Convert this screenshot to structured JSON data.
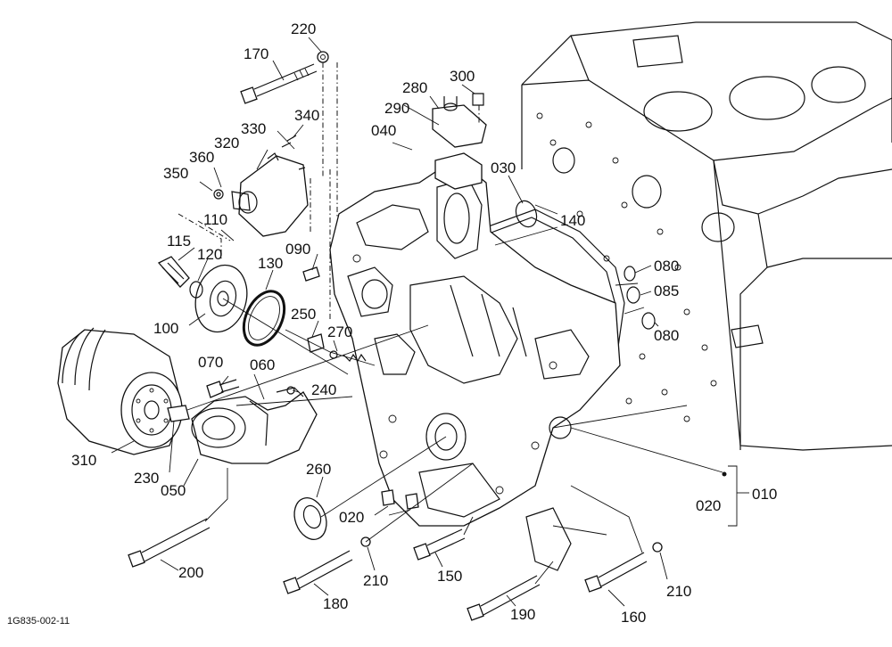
{
  "drawing_code": "1G835-002-11",
  "labels": {
    "p010": "010",
    "p020a": "020",
    "p020b": "020",
    "p030": "030",
    "p040": "040",
    "p050": "050",
    "p060": "060",
    "p070": "070",
    "p080a": "080",
    "p080b": "080",
    "p085": "085",
    "p090": "090",
    "p100": "100",
    "p110": "110",
    "p115": "115",
    "p120": "120",
    "p130": "130",
    "p140": "140",
    "p150": "150",
    "p160": "160",
    "p170": "170",
    "p180": "180",
    "p190": "190",
    "p200": "200",
    "p210a": "210",
    "p210b": "210",
    "p220": "220",
    "p230": "230",
    "p240": "240",
    "p250": "250",
    "p260": "260",
    "p270": "270",
    "p280": "280",
    "p290": "290",
    "p300": "300",
    "p310": "310",
    "p320": "320",
    "p330": "330",
    "p340": "340",
    "p350": "350",
    "p360": "360"
  }
}
